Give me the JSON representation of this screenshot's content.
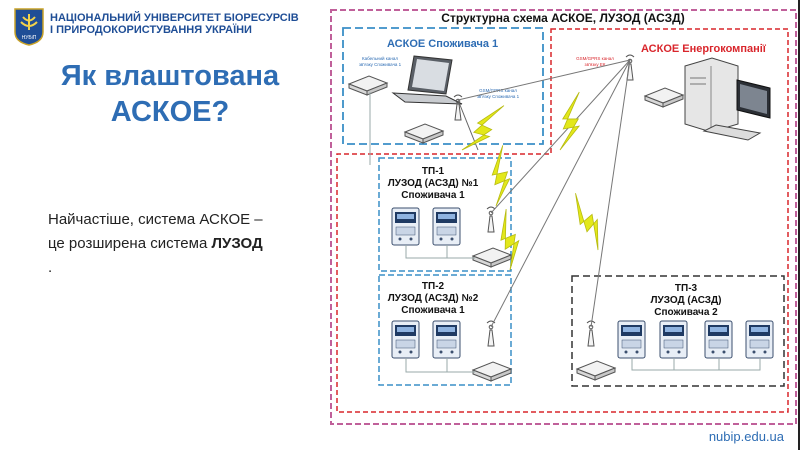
{
  "header": {
    "university_line1": "НАЦІОНАЛЬНИЙ УНІВЕРСИТЕТ БІОРЕСУРСІВ",
    "university_line2": "І ПРИРОДОКОРИСТУВАННЯ УКРАЇНИ",
    "logo_text": "НУБіП"
  },
  "slide": {
    "title_line1": "Як влаштована",
    "title_line2": "АСКОЕ?",
    "body_prefix": "Найчастіше, система АСКОЕ –",
    "body_middle": "це розширена система ",
    "body_bold": "ЛУЗОД",
    "body_suffix": "."
  },
  "diagram": {
    "title": "Структурна схема АСКОЕ, ЛУЗОД (АСЗД)",
    "consumer_box": "АСКОЕ Споживача 1",
    "energy_box": "АСКОЕ Енергокомпанії",
    "cable_label_1": "Кабельний канал",
    "cable_label_2": "зв'язку Споживача 1",
    "gsm_consumer_1": "GSM/GPRS канал",
    "gsm_consumer_2": "зв'язку Споживача 1",
    "gsm_energy_1": "GSM/GPRS канал",
    "gsm_energy_2": "зв'язку ЕК",
    "tp1_line1": "ТП-1",
    "tp1_line2": "ЛУЗОД (АСЗД) №1",
    "tp1_line3": "Споживача 1",
    "tp2_line1": "ТП-2",
    "tp2_line2": "ЛУЗОД (АСЗД) №2",
    "tp2_line3": "Споживача 1",
    "tp3_line1": "ТП-3",
    "tp3_line2": "ЛУЗОД (АСЗД)",
    "tp3_line3": "Споживача 2"
  },
  "footer": {
    "url": "nubip.edu.ua"
  },
  "colors": {
    "brand_blue": "#2e6db4",
    "dark_blue": "#1f4e96",
    "consumer_dash": "#3a8fc7",
    "energy_dash": "#d9262c",
    "tp3_dash": "#333333",
    "lightning": "#e3e81a",
    "outer_border": "#c0609a"
  }
}
